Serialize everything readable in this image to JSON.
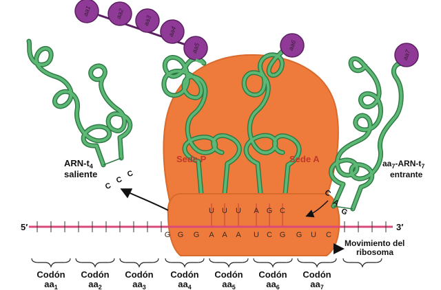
{
  "colors": {
    "ribosome": "#ee7a3c",
    "ribosome_edge": "#d86a2c",
    "trna": "#5cb874",
    "trna_edge": "#2e7a45",
    "amino_acid": "#8e3a96",
    "amino_acid_edge": "#5a1f60",
    "mrna": "#d94a78"
  },
  "mrna": {
    "end_left": "5′",
    "end_right": "3′",
    "bases": [
      "G",
      "G",
      "G",
      "A",
      "A",
      "A",
      "U",
      "C",
      "G",
      "G",
      "U",
      "C"
    ]
  },
  "ribosome": {
    "site_p": "Sede P",
    "site_a": "Sede A"
  },
  "anticodons": {
    "p_site": [
      "U",
      "U",
      "U"
    ],
    "a_site": [
      "A",
      "G",
      "C"
    ]
  },
  "outgoing_trna": {
    "label_main": "ARN-t",
    "label_sub": "4",
    "label_line2": "saliente",
    "end_bases": [
      "C",
      "C",
      "C"
    ]
  },
  "incoming_trna": {
    "label_aa_main": "aa",
    "label_aa_sub": "7",
    "label_mid": "-ARN-t",
    "label_sub": "7",
    "label_line2": "entrante",
    "end_bases": [
      "C",
      "A",
      "G"
    ],
    "amino_acid": "aa7"
  },
  "peptide_chain": [
    "aa1",
    "aa2",
    "aa3",
    "aa4",
    "aa5"
  ],
  "site_a_amino_acid": "aa6",
  "movement": {
    "line1": "Movimiento del",
    "line2": "ribosoma"
  },
  "codons": [
    {
      "label": "Codón",
      "aa": "aa",
      "sub": "1"
    },
    {
      "label": "Codón",
      "aa": "aa",
      "sub": "2"
    },
    {
      "label": "Codón",
      "aa": "aa",
      "sub": "3"
    },
    {
      "label": "Codón",
      "aa": "aa",
      "sub": "4"
    },
    {
      "label": "Codón",
      "aa": "aa",
      "sub": "5"
    },
    {
      "label": "Codón",
      "aa": "aa",
      "sub": "6"
    },
    {
      "label": "Codón",
      "aa": "aa",
      "sub": "7"
    }
  ]
}
